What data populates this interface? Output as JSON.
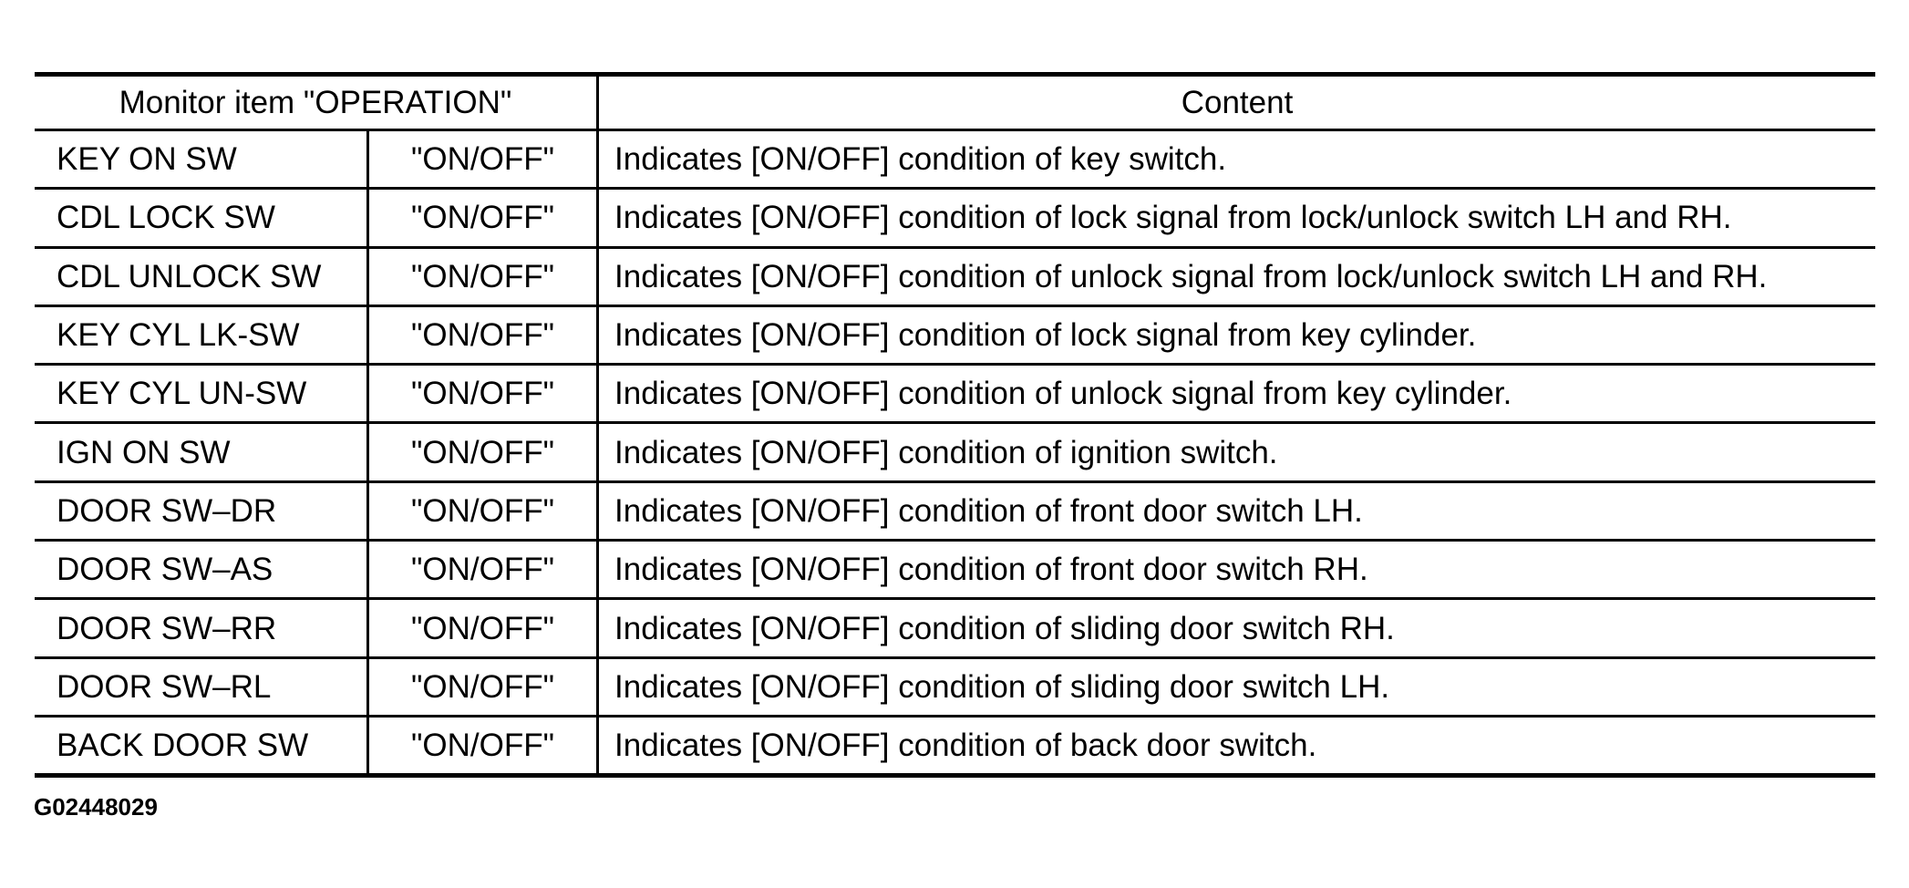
{
  "page": {
    "background": "#ffffff",
    "text_color": "#000000",
    "figure_id": "G02448029"
  },
  "table": {
    "border_color": "#000000",
    "header": {
      "monitor_item": "Monitor item \"OPERATION\"",
      "content": "Content"
    },
    "rows": [
      {
        "item": "KEY ON SW",
        "operation": "\"ON/OFF\"",
        "content": "Indicates [ON/OFF] condition of key switch."
      },
      {
        "item": "CDL LOCK SW",
        "operation": "\"ON/OFF\"",
        "content": "Indicates [ON/OFF] condition of lock signal from lock/unlock switch LH and RH."
      },
      {
        "item": "CDL UNLOCK SW",
        "operation": "\"ON/OFF\"",
        "content": "Indicates [ON/OFF] condition of unlock signal from lock/unlock switch LH and RH."
      },
      {
        "item": "KEY CYL LK-SW",
        "operation": "\"ON/OFF\"",
        "content": "Indicates [ON/OFF] condition of lock signal from key cylinder."
      },
      {
        "item": "KEY CYL UN-SW",
        "operation": "\"ON/OFF\"",
        "content": "Indicates [ON/OFF] condition of unlock signal from key cylinder."
      },
      {
        "item": "IGN ON SW",
        "operation": "\"ON/OFF\"",
        "content": "Indicates [ON/OFF] condition of ignition switch."
      },
      {
        "item": "DOOR SW–DR",
        "operation": "\"ON/OFF\"",
        "content": "Indicates [ON/OFF] condition of front door switch LH."
      },
      {
        "item": "DOOR SW–AS",
        "operation": "\"ON/OFF\"",
        "content": "Indicates [ON/OFF] condition of front door switch RH."
      },
      {
        "item": "DOOR SW–RR",
        "operation": "\"ON/OFF\"",
        "content": "Indicates [ON/OFF] condition of sliding door switch RH."
      },
      {
        "item": "DOOR SW–RL",
        "operation": "\"ON/OFF\"",
        "content": "Indicates [ON/OFF] condition of sliding door switch LH."
      },
      {
        "item": "BACK DOOR SW",
        "operation": "\"ON/OFF\"",
        "content": "Indicates [ON/OFF] condition of back door switch."
      }
    ]
  }
}
